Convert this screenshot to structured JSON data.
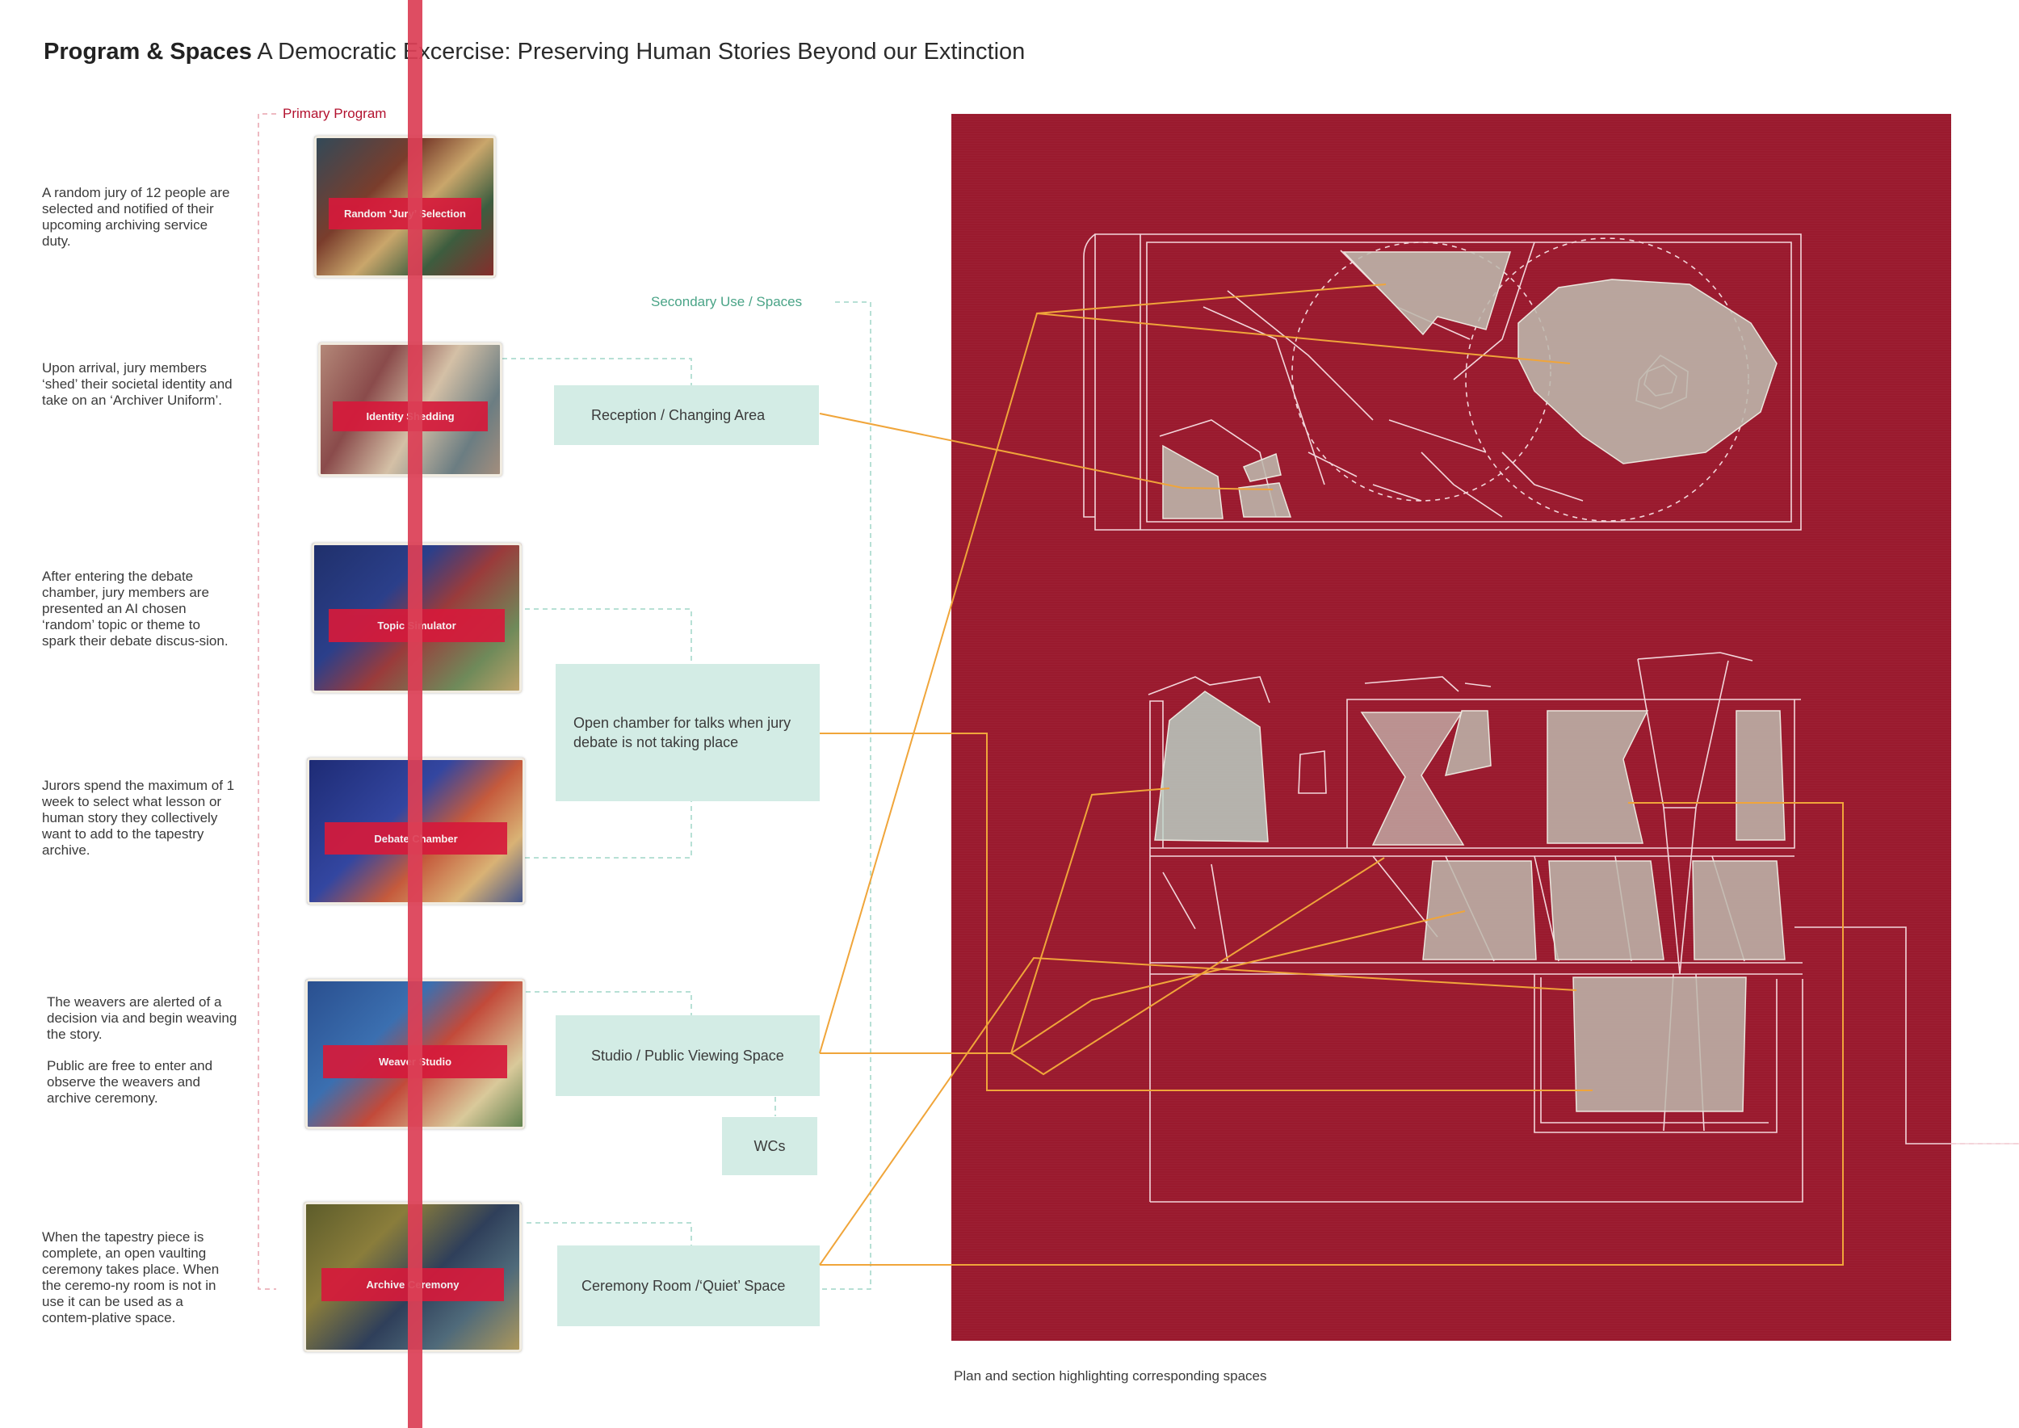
{
  "title": {
    "bold": "Program & Spaces",
    "rest": " A Democratic Excercise: Preserving Human Stories Beyond our Extinction"
  },
  "labels": {
    "primary": "Primary Program",
    "secondary": "Secondary Use / Spaces"
  },
  "descriptions": [
    "A random jury of 12 people are selected and notified of their upcoming archiving service duty.",
    "Upon arrival, jury members ‘shed’ their societal identity and take on an ‘Archiver Uniform’.",
    "After entering the debate chamber, jury members are presented an AI chosen ‘random’ topic or theme to spark their debate discus-sion.",
    "Jurors spend the maximum of 1 week to select what lesson or human story they collectively want to add to the tapestry archive.",
    "The weavers are alerted of a decision via and begin weaving the story.",
    "Public are free to enter and observe the weavers and archive ceremony.",
    "When the tapestry piece is complete, an open vaulting ceremony takes place. When the ceremo-ny room is not in use it can be used as a contem-plative space."
  ],
  "program": [
    "Random ‘Jury’ Selection",
    "Identity Shedding",
    "Topic Simulator",
    "Debate Chamber",
    "Weaver Studio",
    "Archive Ceremony"
  ],
  "spaces": [
    "Reception / Changing Area",
    "Open chamber for talks when jury debate is not taking place",
    "Studio / Public Viewing Space",
    "WCs",
    "Ceremony Room /‘Quiet’ Space"
  ],
  "caption": "Plan and section highlighting corresponding spaces",
  "colors": {
    "accent_red": "#dc3f56",
    "panel_red": "#9a1a2e",
    "box_teal": "#d3ece5",
    "connector_orange": "#f0a53a",
    "primary_label": "#b3122f",
    "secondary_label": "#4aa487"
  }
}
